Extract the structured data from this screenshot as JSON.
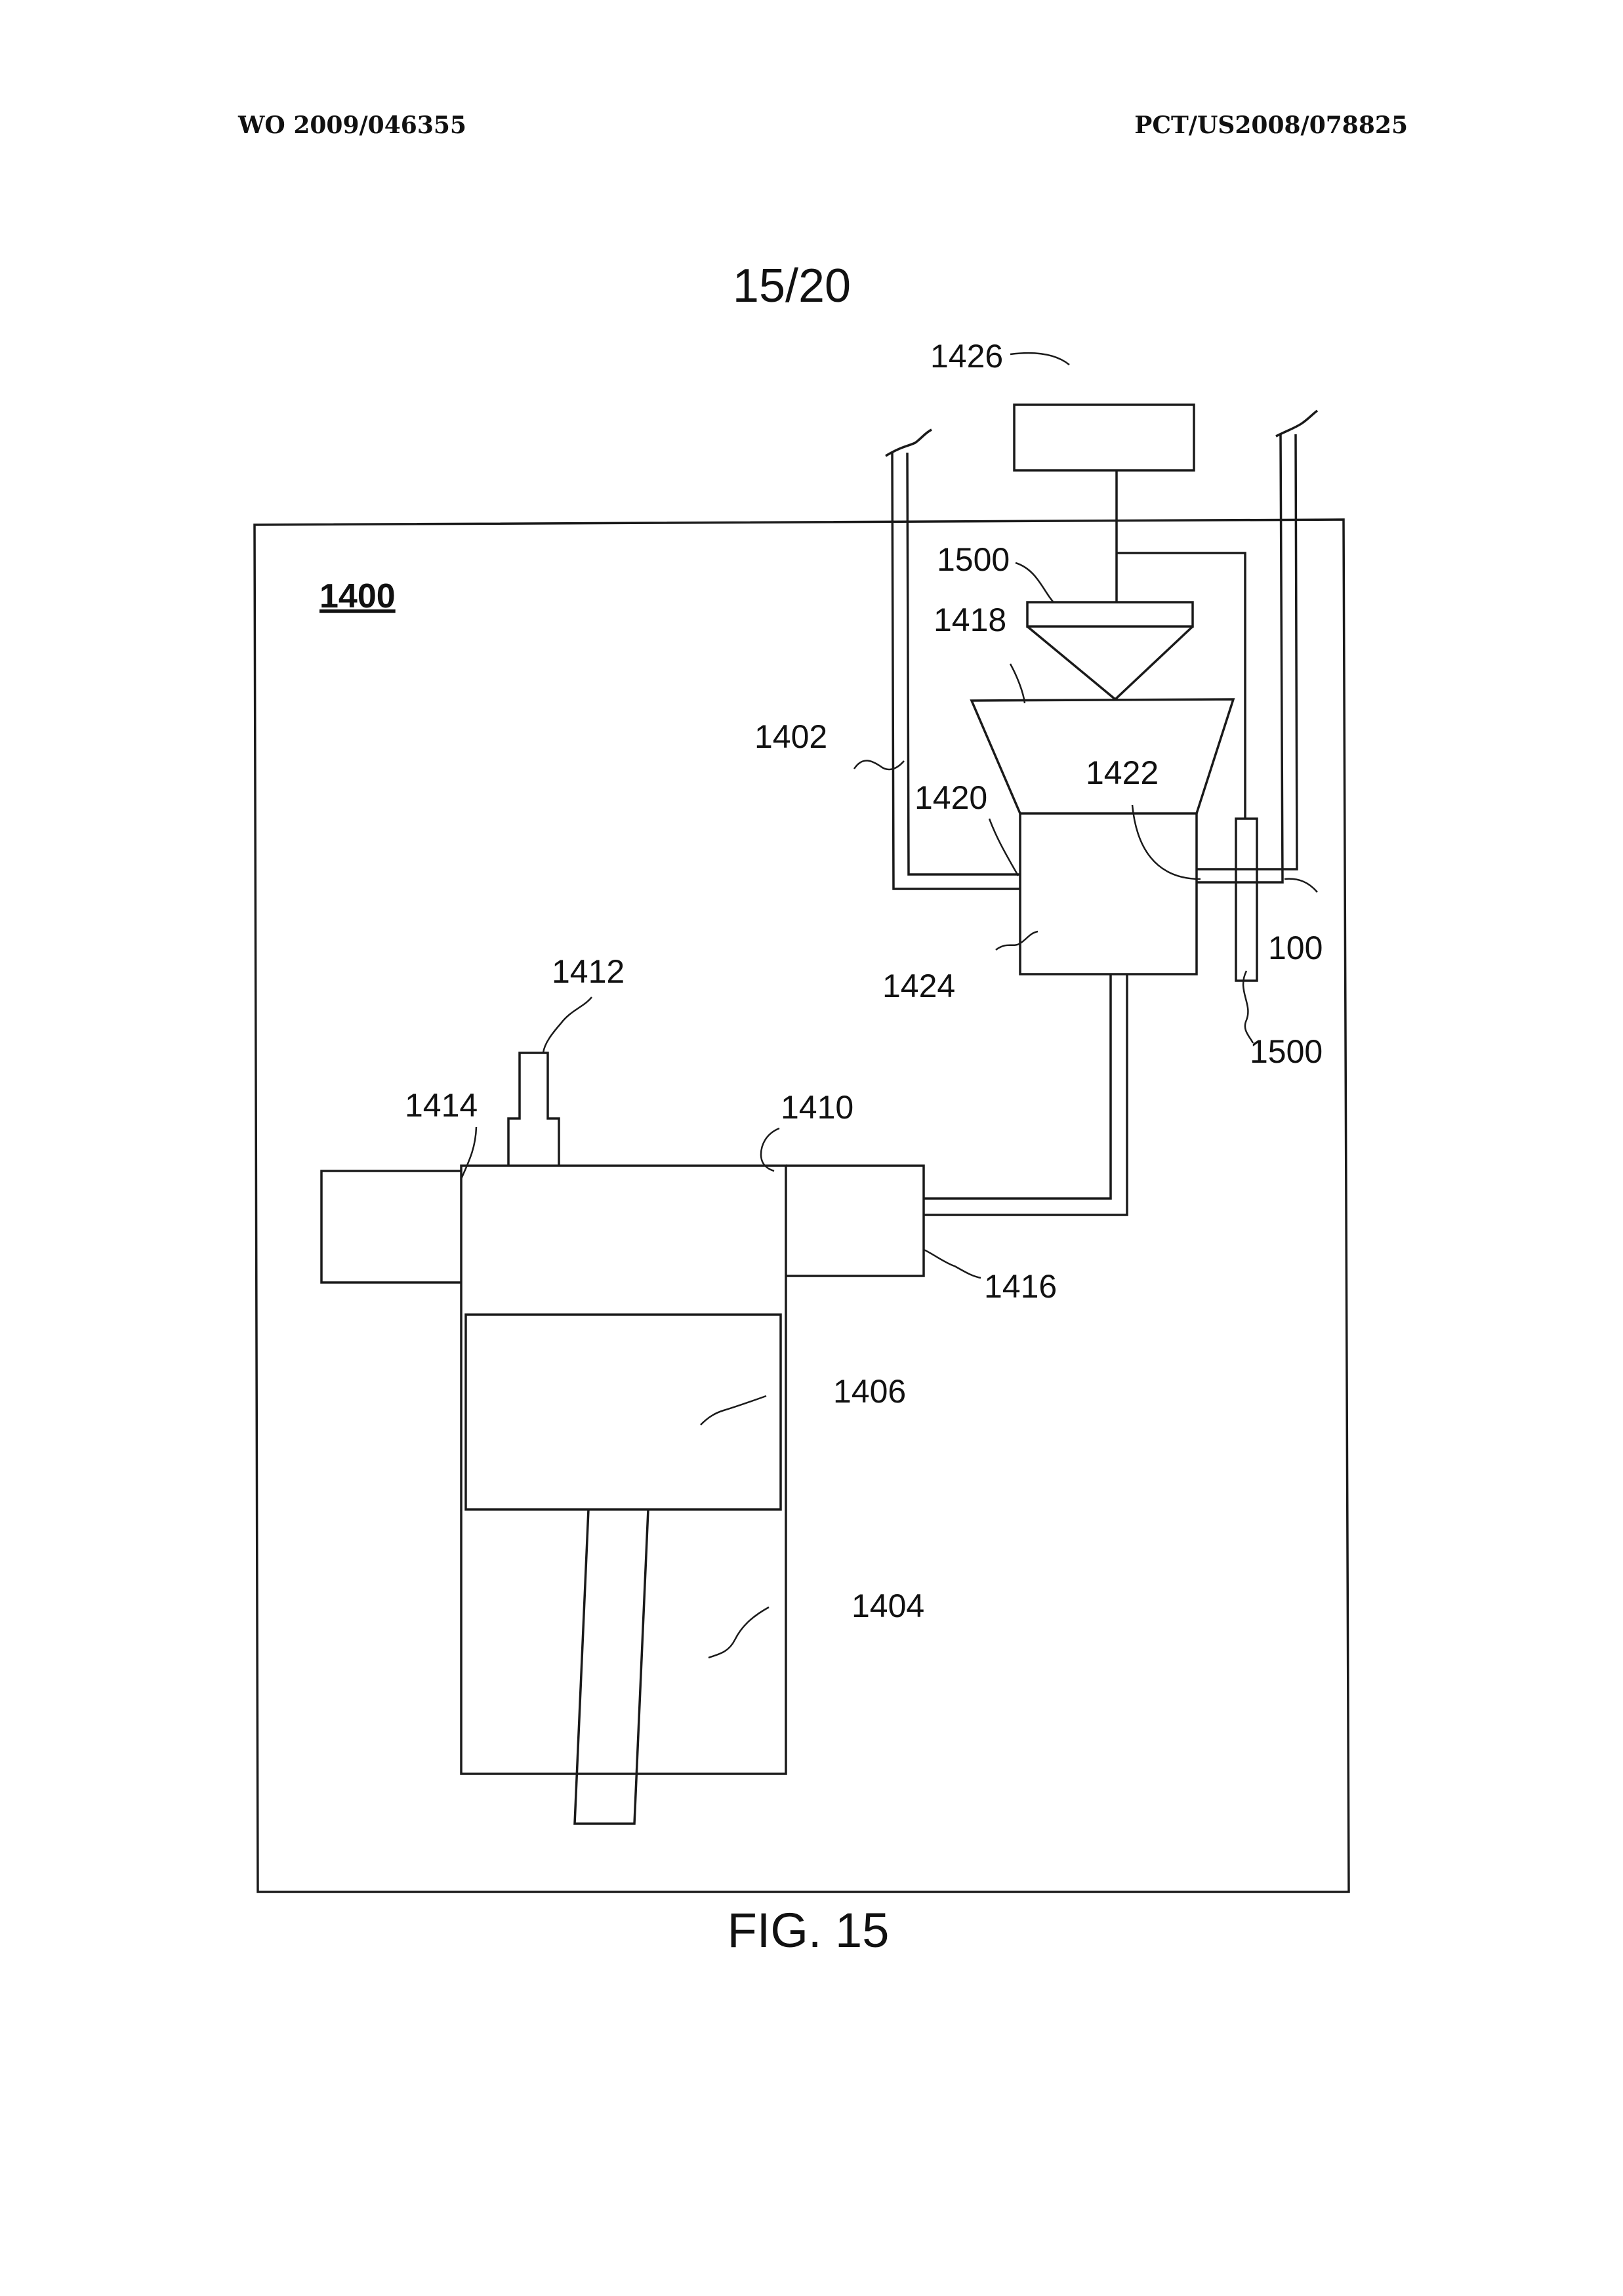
{
  "header": {
    "publication_number": "WO 2009/046355",
    "application_number": "PCT/US2008/078825"
  },
  "sheet_number": "15/20",
  "figure_caption": "FIG. 15",
  "diagram": {
    "system_label": "1400",
    "labels": {
      "l1402": "1402",
      "l1404": "1404",
      "l1406": "1406",
      "l1410": "1410",
      "l1412": "1412",
      "l1414": "1414",
      "l1416": "1416",
      "l1418": "1418",
      "l1420": "1420",
      "l1422": "1422",
      "l1424": "1424",
      "l1426": "1426",
      "l1500a": "1500",
      "l1500b": "1500",
      "l100": "100"
    }
  }
}
